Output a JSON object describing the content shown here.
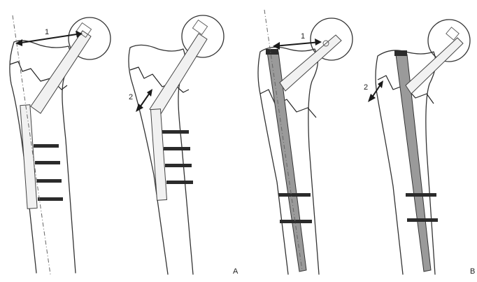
{
  "figure": {
    "panels": [
      {
        "id": "p1",
        "arrow_label": "1"
      },
      {
        "id": "p2",
        "arrow_label": "2"
      },
      {
        "id": "p3",
        "arrow_label": "1"
      },
      {
        "id": "p4",
        "arrow_label": "2"
      }
    ],
    "panel_letters": {
      "left_group": "A",
      "right_group": "B"
    },
    "colors": {
      "outline": "#333333",
      "implant_dark": "#9a9a9a",
      "screw_band": "#2b2b2b",
      "background": "#ffffff"
    }
  }
}
